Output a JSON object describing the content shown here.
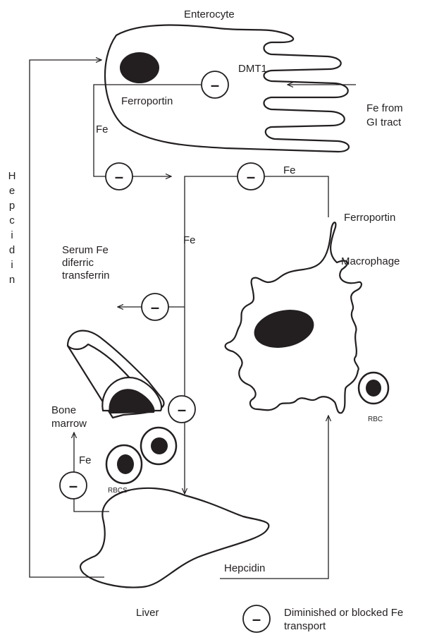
{
  "labels": {
    "enterocyte": "Enterocyte",
    "dmt1": "DMT1",
    "ferroportin_enterocyte": "Ferroportin",
    "fe_from": "Fe from",
    "gi_tract": "GI tract",
    "fe_left": "Fe",
    "fe_top": "Fe",
    "fe_middle": "Fe",
    "ferroportin_macrophage": "Ferroportin",
    "macrophage": "Macrophage",
    "serum_1": "Serum Fe",
    "serum_2": "diferric",
    "serum_3": "transferrin",
    "bone_1": "Bone",
    "bone_2": "marrow",
    "fe_bone": "Fe",
    "rbcs": "RBCS",
    "rbc": "RBC",
    "hepcidin_arrow": "Hepcidin",
    "liver": "Liver",
    "legend_1": "Diminished or blocked Fe",
    "legend_2": "transport",
    "minus_sign": "–"
  },
  "vertical_label": [
    "H",
    "e",
    "p",
    "c",
    "i",
    "d",
    "i",
    "n"
  ],
  "colors": {
    "ink": "#231f20",
    "background": "#ffffff"
  }
}
